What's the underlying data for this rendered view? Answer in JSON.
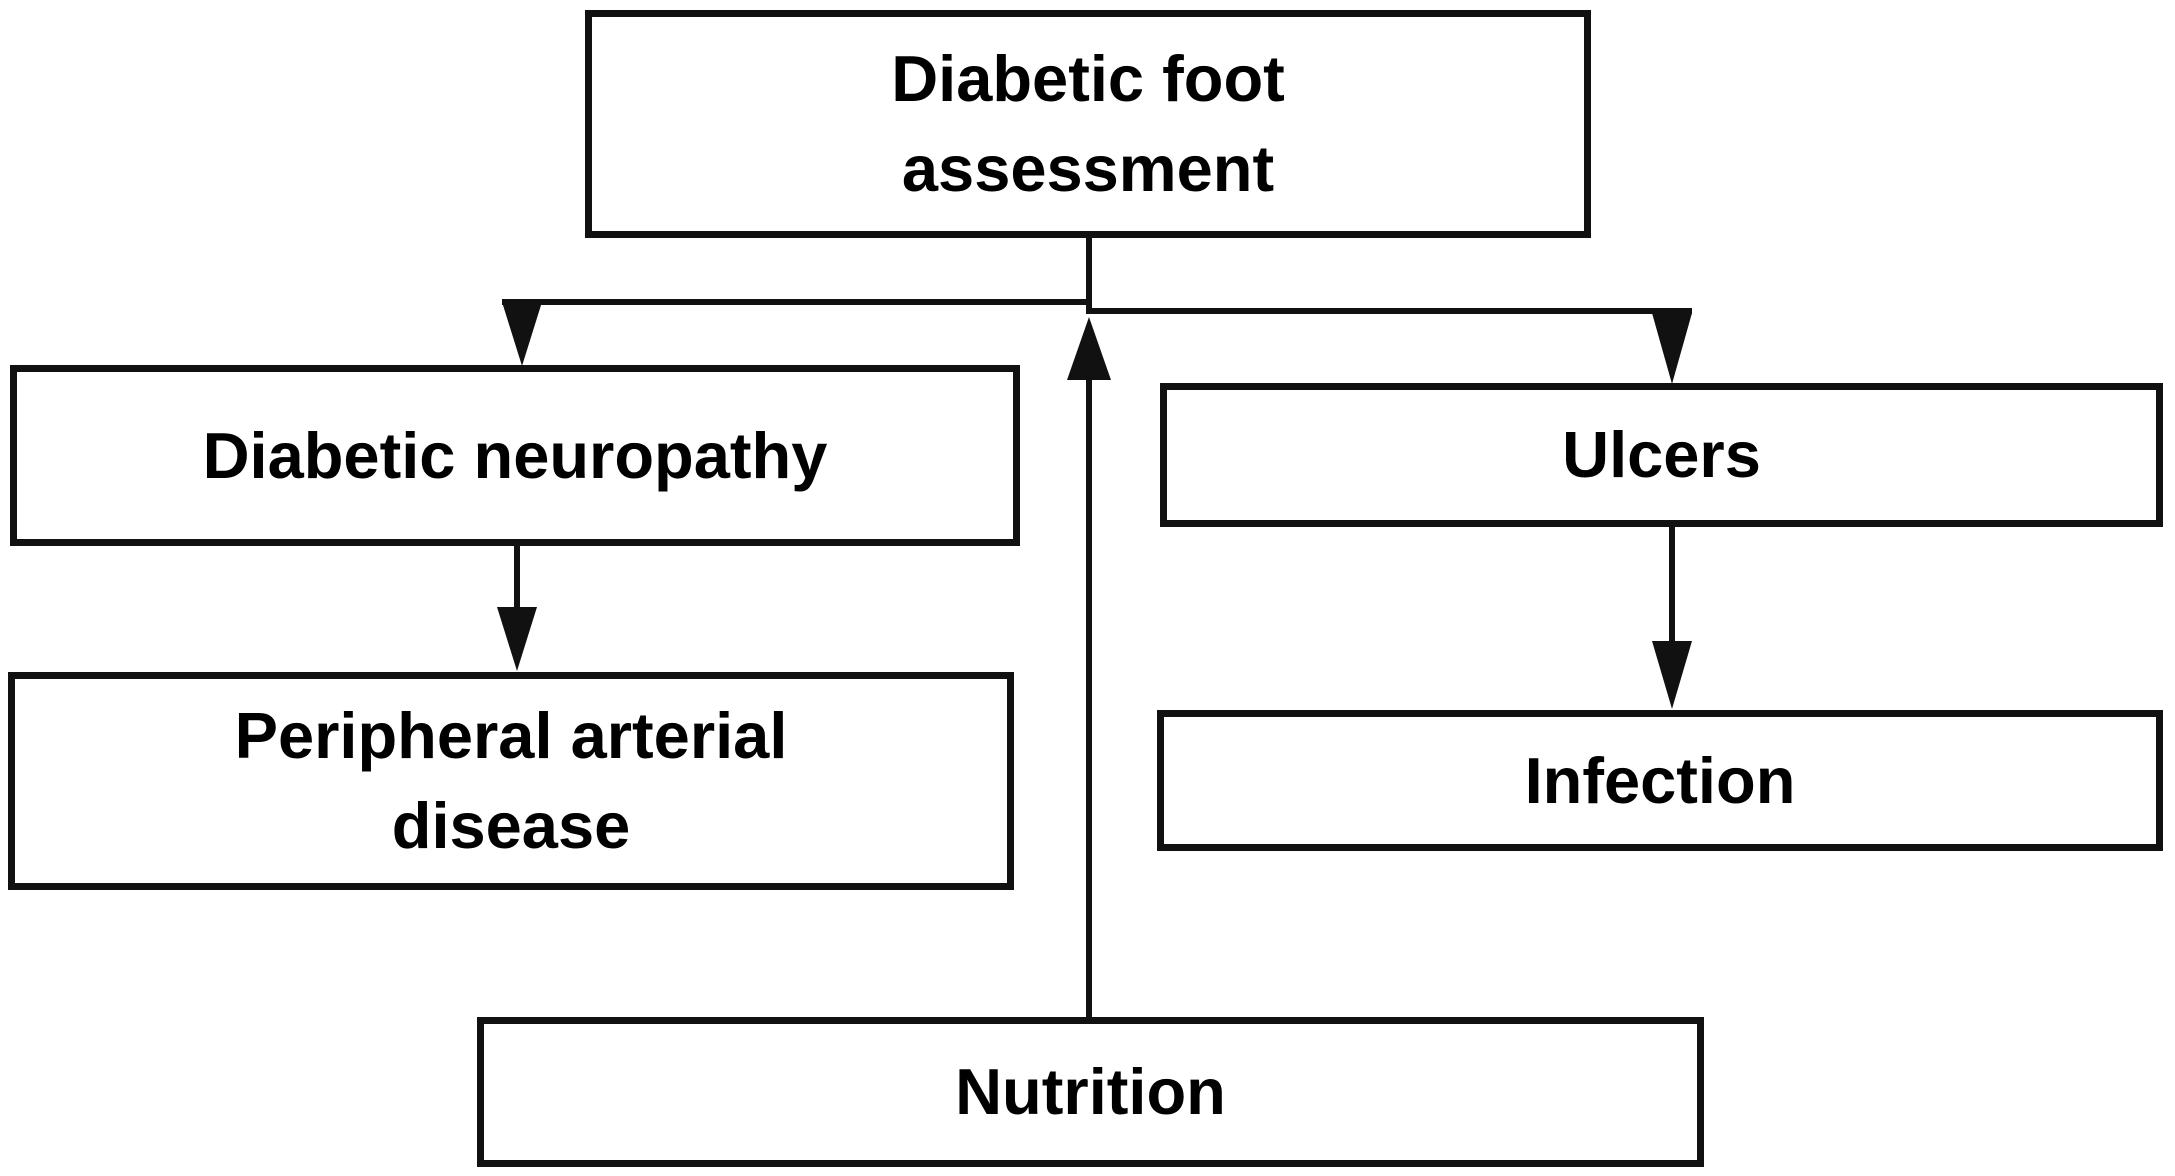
{
  "diagram": {
    "colors": {
      "stroke": "#111111",
      "background": "#ffffff",
      "text": "#000000"
    },
    "nodes": {
      "assessment": {
        "label": "Diabetic foot\nassessment"
      },
      "neuropathy": {
        "label": "Diabetic neuropathy"
      },
      "ulcers": {
        "label": "Ulcers"
      },
      "pad": {
        "label": "Peripheral arterial\ndisease"
      },
      "infection": {
        "label": "Infection"
      },
      "nutrition": {
        "label": "Nutrition"
      }
    },
    "edges": [
      {
        "from": "Diabetic foot assessment",
        "to": "Diabetic neuropathy",
        "direction": "down"
      },
      {
        "from": "Diabetic foot assessment",
        "to": "Ulcers",
        "direction": "down"
      },
      {
        "from": "Diabetic neuropathy",
        "to": "Peripheral arterial disease",
        "direction": "down"
      },
      {
        "from": "Ulcers",
        "to": "Infection",
        "direction": "down"
      },
      {
        "from": "Nutrition",
        "to": "Diabetic foot assessment",
        "direction": "up"
      }
    ]
  }
}
